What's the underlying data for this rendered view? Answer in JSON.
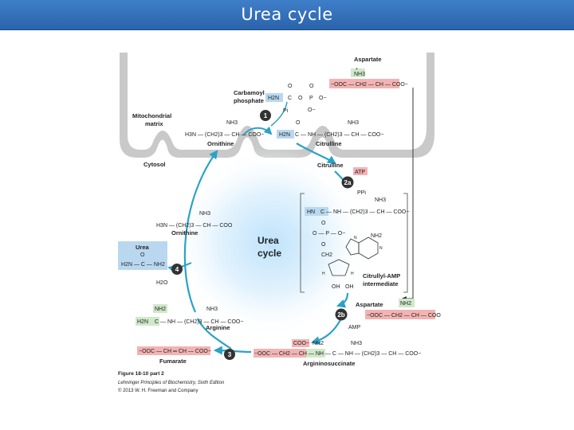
{
  "slide": {
    "title": "Urea cycle"
  },
  "colors": {
    "accent": "#1ba0c8",
    "arrow": "#2aa3c6",
    "red_box": "#f3b3b3",
    "blue_box": "#b9d8f0",
    "green_box": "#cfe9c9"
  },
  "diagram": {
    "region_mito": "Mitochondrial",
    "region_mito2": "matrix",
    "region_cytosol": "Cytosol",
    "center_1": "Urea",
    "center_2": "cycle",
    "mito": {
      "aspartate": "Aspartate",
      "nh3_plus": "+",
      "nh3": "NH3",
      "asp_formula": "−OOC — CH2 — CH — COO−",
      "carb1": "Carbamoyl",
      "carb2": "phosphate",
      "carb_h2n": "H2N",
      "carb_c": "C",
      "carb_o": "O",
      "carb_p": "P",
      "carb_ominus": "O−",
      "pi": "Pi",
      "orn_formula": "H3N — (CH2)3 — CH — COO−",
      "orn_nh3": "NH3",
      "ornithine": "Ornithine",
      "cit_h2n": "H2N",
      "cit_formula": "C — NH — (CH2)3 — CH — COO−",
      "cit_nh3": "NH3",
      "citrulline": "Citrulline"
    },
    "cyto": {
      "citrulline": "Citrulline",
      "atp": "ATP",
      "ppi": "PPi",
      "hn": "HN",
      "int_formula": "C — NH — (CH2)3 — CH — COO−",
      "int_nh3": "NH3",
      "int_o": "O",
      "int_p": "O — P — O−",
      "int_ch2": "CH2",
      "int_nh2": "NH2",
      "int_h": "H",
      "int_oh": "OH",
      "int_n": "N",
      "int_label1": "Citrullyl-AMP",
      "int_label2": "intermediate",
      "aspartate": "Aspartate",
      "asp_nh2": "NH2",
      "asp_formula": "−OOC — CH2 — CH — COO",
      "amp": "AMP",
      "as_coo": "COO−",
      "as_formula": "−OOC — CH2 — CH — NH — C — NH — (CH2)3 — CH — COO−",
      "as_nh2": "NH2",
      "as_nh3": "NH3",
      "argininosuccinate": "Argininosuccinate",
      "fumarate_formula": "−OOC — CH ═ CH — COO−",
      "fumarate": "Fumarate",
      "arg_h2n": "H2N",
      "arg_formula": "C — NH — (CH2)3 — CH — COO−",
      "arg_nh2": "NH2",
      "arg_nh3": "NH3",
      "arginine": "Arginine",
      "h2o": "H2O",
      "urea_label": "Urea",
      "urea_formula": "H2N — C — NH2",
      "urea_o": "O",
      "orn_formula": "H3N — (CH2)3 — CH — COO",
      "orn_nh3": "NH3",
      "ornithine": "Ornithine"
    },
    "steps": [
      "1",
      "2a",
      "2b",
      "3",
      "4"
    ],
    "caption": {
      "line1": "Figure 18-10 part 2",
      "line2": "Lehninger Principles of Biochemistry, Sixth Edition",
      "line3": "© 2013 W. H. Freeman and Company"
    }
  }
}
